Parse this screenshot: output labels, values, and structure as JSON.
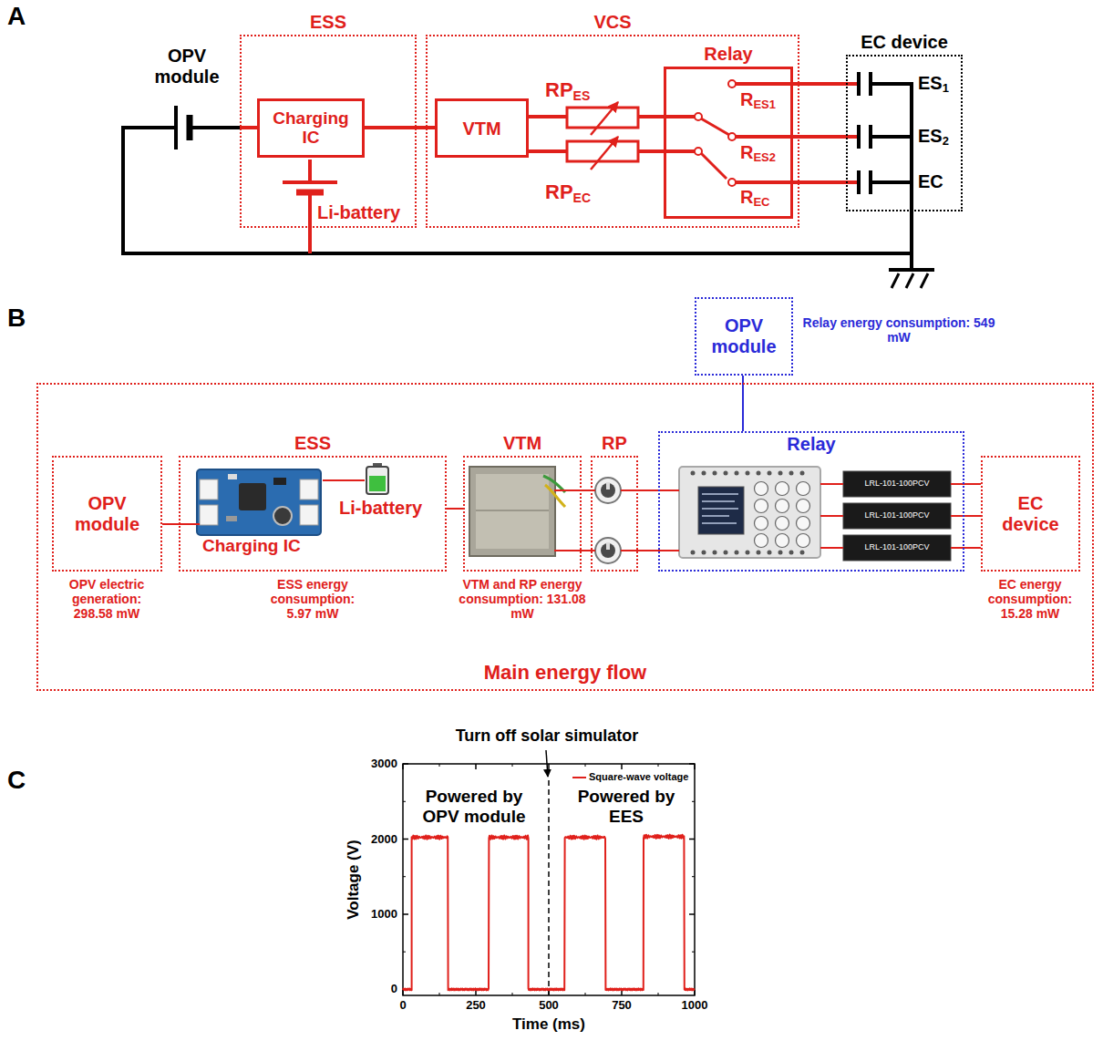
{
  "diagram": {
    "nodes": [
      {
        "text": [
          "ESS"
        ]
      },
      {
        "text": [
          "Charging IC"
        ],
        "in": 0
      },
      {
        "text": [
          "VCS"
        ]
      },
      {
        "text": [
          "VTM"
        ],
        "in": 2
      },
      {
        "text": [
          "Relay"
        ],
        "in": 2
      },
      {
        "text": [
          "EC device"
        ]
      },
      {
        "text": [
          "OPV module"
        ]
      },
      {
        "text": [
          "Main energy flow"
        ]
      },
      {
        "text": [
          "OPV module"
        ],
        "in": 7
      },
      {
        "text": [
          "ESS",
          "Charging IC",
          "Li-battery"
        ],
        "in": 7
      },
      {
        "text": [
          "VTM"
        ],
        "in": 7
      },
      {
        "text": [
          "RP"
        ],
        "in": 7
      },
      {
        "text": [
          "Relay"
        ],
        "in": 7
      },
      {
        "text": [
          "EC device"
        ],
        "in": 7
      }
    ],
    "edges": [
      {
        "from": 1,
        "to": 3,
        "arrow": "none"
      },
      {
        "from": 8,
        "to": 9,
        "arrow": "none"
      },
      {
        "from": 9,
        "to": 10,
        "arrow": "none"
      },
      {
        "from": 10,
        "to": 11,
        "arrow": "none"
      },
      {
        "from": 11,
        "to": 12,
        "arrow": "none"
      },
      {
        "from": 12,
        "to": 13,
        "arrow": "none"
      },
      {
        "from": 6,
        "to": 12,
        "arrow": "none"
      }
    ],
    "labels": [
      "A",
      "OPV module",
      "Li-battery",
      "RP",
      "ES",
      "RP",
      "EC",
      "R",
      "ES1",
      "R",
      "ES2",
      "R",
      "EC",
      "ES",
      "1",
      "ES",
      "2",
      "EC",
      "B",
      "Relay energy consumption: 549 mW",
      "OPV electric generation: 298.58 mW",
      "ESS energy consumption: 5.97 mW",
      "VTM and RP energy consumption: 131.08 mW",
      "EC energy consumption: 15.28 mW",
      "LRL-101-100PCV",
      "LRL-101-100PCV",
      "LRL-101-100PCV",
      "C",
      "Turn off solar simulator",
      "Powered by OPV module",
      "Powered by EES",
      "Voltage (V)",
      "Time (ms)",
      "0",
      "1000",
      "2000",
      "3000",
      "0",
      "250",
      "500",
      "750",
      "1000"
    ],
    "legend": [
      {
        "text": "Square-wave voltage"
      }
    ]
  }
}
